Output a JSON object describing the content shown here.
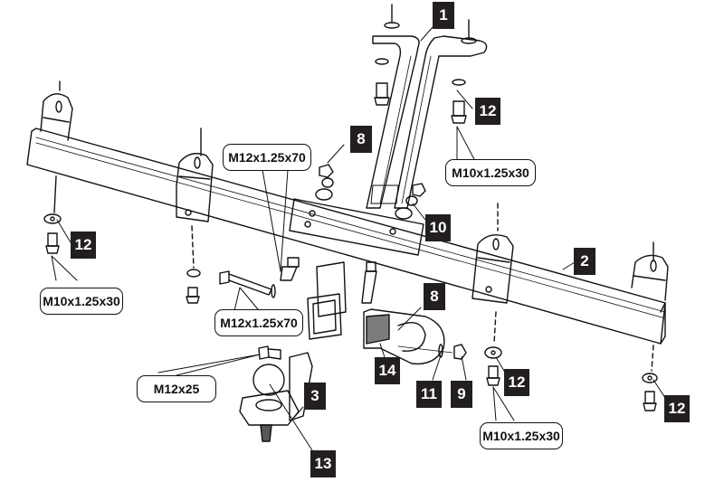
{
  "diagram": {
    "subject": "Towbar exploded assembly",
    "line_color": "#111111",
    "badge_color": "#231f20",
    "badge_text_color": "#ffffff",
    "part_numbers": [
      {
        "id": "p1",
        "label": "1"
      },
      {
        "id": "p2",
        "label": "2"
      },
      {
        "id": "p3",
        "label": "3"
      },
      {
        "id": "p8a",
        "label": "8"
      },
      {
        "id": "p8b",
        "label": "8"
      },
      {
        "id": "p9",
        "label": "9"
      },
      {
        "id": "p10",
        "label": "10"
      },
      {
        "id": "p11",
        "label": "11"
      },
      {
        "id": "p12a",
        "label": "12"
      },
      {
        "id": "p12b",
        "label": "12"
      },
      {
        "id": "p12c",
        "label": "12"
      },
      {
        "id": "p12d",
        "label": "12"
      },
      {
        "id": "p13",
        "label": "13"
      },
      {
        "id": "p14",
        "label": "14"
      }
    ],
    "callouts": [
      {
        "id": "c1",
        "text": "M10x1.25x30"
      },
      {
        "id": "c2",
        "text": "M12x1.25x70"
      },
      {
        "id": "c3",
        "text": "M10x1.25x30"
      },
      {
        "id": "c4",
        "text": "M12x1.25x70"
      },
      {
        "id": "c5",
        "text": "M12x25"
      },
      {
        "id": "c6",
        "text": "M10x1.25x30"
      }
    ]
  }
}
